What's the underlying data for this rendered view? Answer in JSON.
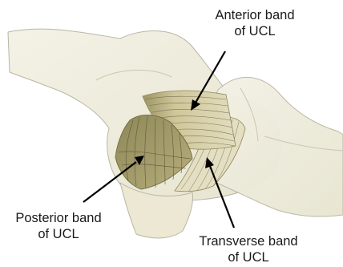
{
  "labels": {
    "anterior": {
      "line1": "Anterior band",
      "line2": "of UCL"
    },
    "posterior": {
      "line1": "Posterior band",
      "line2": "of UCL"
    },
    "transverse": {
      "line1": "Transverse band",
      "line2": "of UCL"
    }
  },
  "colors": {
    "bone_fill": "#f1efdf",
    "bone_outline": "#b9b6a3",
    "ligament_fill": "#d7d1a9",
    "ligament_shadow": "#8f8858",
    "fiber": "#7a7458",
    "arrow": "#000000"
  }
}
